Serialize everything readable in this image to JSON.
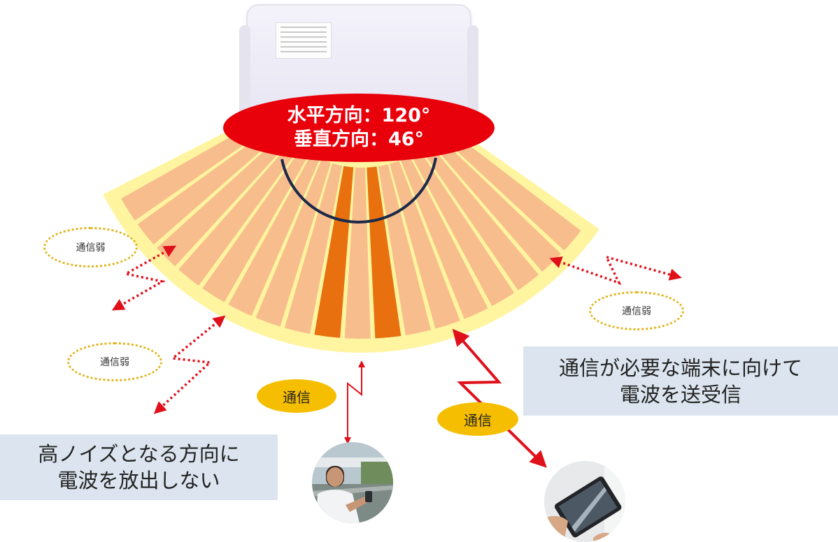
{
  "antenna": {
    "horizontal_label": "水平方向：120°",
    "vertical_label": "垂直方向：46°"
  },
  "weak_labels": [
    "通信弱",
    "通信弱",
    "通信弱"
  ],
  "comm_labels": [
    "通信",
    "通信"
  ],
  "notes": {
    "left": {
      "line1": "高ノイズとなる方向に",
      "line2": "電波を放出しない"
    },
    "right": {
      "line1": "通信が必要な端末に向けて",
      "line2": "電波を送受信"
    }
  },
  "colors": {
    "fan_outer": "#fff5a0",
    "fan_band": "#f8bd8c",
    "fan_beam": "#e8700f",
    "arc": "#1b2a4a",
    "ellipse": "#e8000b",
    "arrow": "#e0101a",
    "weak_border": "#e2b41e",
    "comm_fill": "#f6be00",
    "note_bg": "#dce5ef"
  }
}
